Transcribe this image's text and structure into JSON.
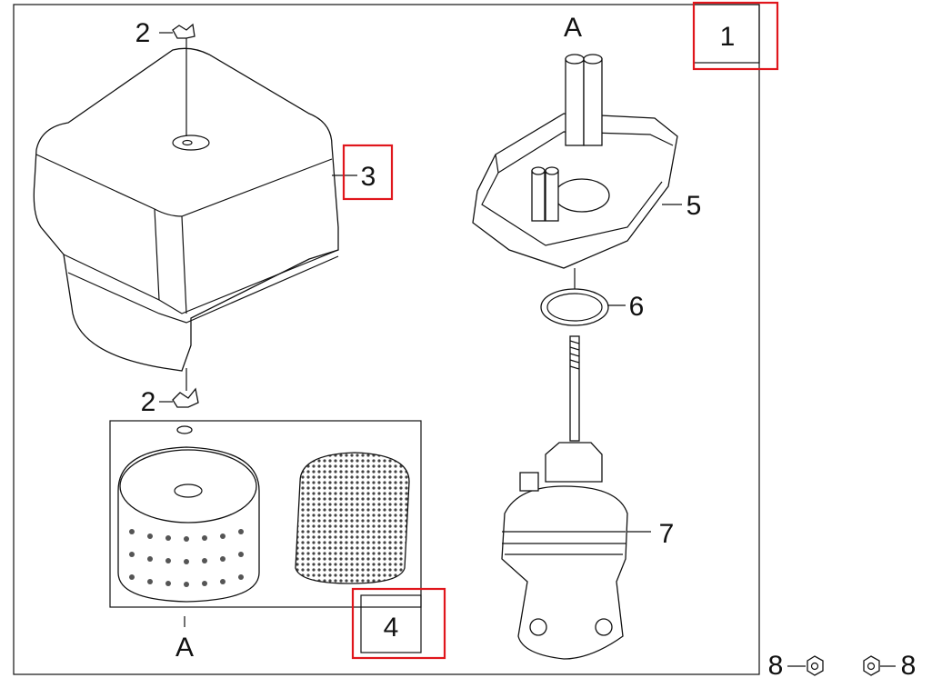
{
  "diagram": {
    "title_callout": "1",
    "callouts": {
      "wing_nut_top": "2",
      "wing_nut_bottom": "2",
      "cover": "3",
      "filter_element": "4",
      "base": "5",
      "gasket": "6",
      "intake_adapter": "7",
      "nut_left": "8",
      "nut_right": "8"
    },
    "connection_marks": {
      "base_tubes": "A",
      "filter_group": "A"
    },
    "highlight_color": "#e0161c"
  }
}
